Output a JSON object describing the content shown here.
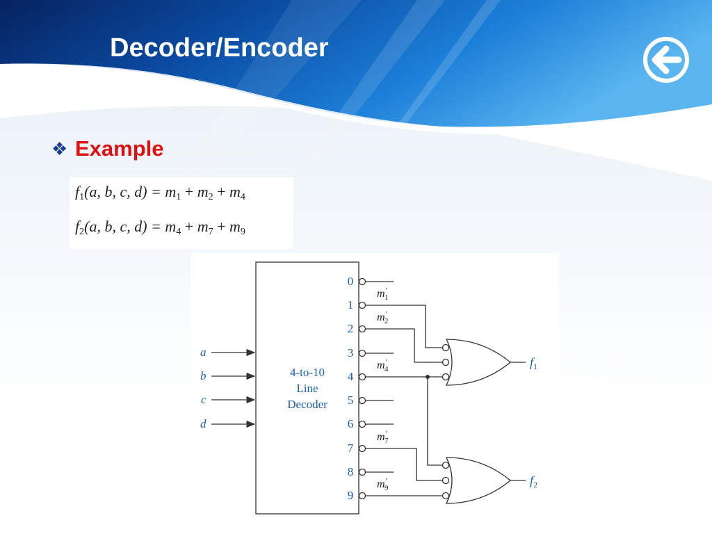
{
  "slide": {
    "title": "Decoder/Encoder",
    "back_button_icon": "arrow-left-circle-icon",
    "bullet_icon": "diamond-bullet-icon",
    "bullet_text": "Example",
    "accent_color": "#e01010",
    "header_color": "#0d4fa8"
  },
  "equations": [
    {
      "fn": "f",
      "fn_sub": "1",
      "args": "(a, b, c, d) = ",
      "terms": [
        {
          "m": "m",
          "s": "1"
        },
        {
          "m": "m",
          "s": "2"
        },
        {
          "m": "m",
          "s": "4"
        }
      ]
    },
    {
      "fn": "f",
      "fn_sub": "2",
      "args": "(a, b, c, d) = ",
      "terms": [
        {
          "m": "m",
          "s": "4"
        },
        {
          "m": "m",
          "s": "7"
        },
        {
          "m": "m",
          "s": "9"
        }
      ]
    }
  ],
  "circuit": {
    "decoder_label": [
      "4-to-10",
      "Line",
      "Decoder"
    ],
    "inputs": [
      "a",
      "b",
      "c",
      "d"
    ],
    "outputs": [
      "0",
      "1",
      "2",
      "3",
      "4",
      "5",
      "6",
      "7",
      "8",
      "9"
    ],
    "wire_labels": [
      {
        "text": "m",
        "sub": "1"
      },
      {
        "text": "m",
        "sub": "2"
      },
      {
        "text": "m",
        "sub": "4"
      },
      {
        "text": "m",
        "sub": "7"
      },
      {
        "text": "m",
        "sub": "9"
      }
    ],
    "gate_outputs": [
      {
        "text": "f",
        "sub": "1"
      },
      {
        "text": "f",
        "sub": "2"
      }
    ],
    "label_color": "#1a5fb4"
  }
}
